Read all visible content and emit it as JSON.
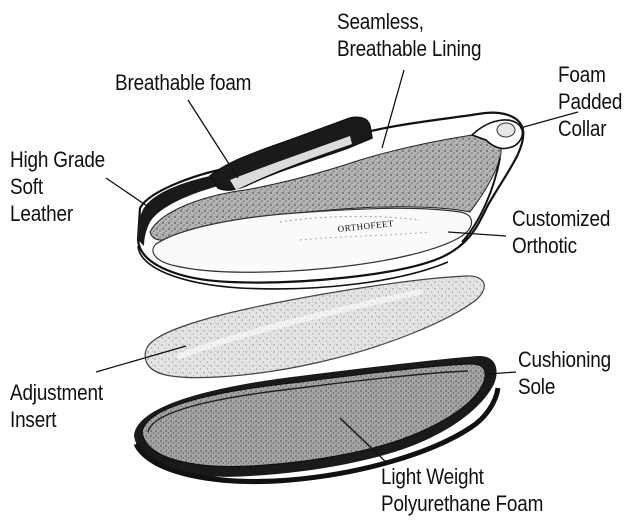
{
  "diagram": {
    "labels": {
      "breathable_foam": [
        "Breathable foam"
      ],
      "seamless_lining": [
        "Seamless,",
        "Breathable Lining"
      ],
      "foam_collar": [
        "Foam",
        "Padded",
        "Collar"
      ],
      "soft_leather": [
        "High Grade",
        "Soft",
        "Leather"
      ],
      "customized_orthotic": [
        "Customized",
        "Orthotic"
      ],
      "adjustment_insert": [
        "Adjustment",
        "Insert"
      ],
      "cushioning_sole": [
        "Cushioning",
        "Sole"
      ],
      "polyurethane_foam": [
        "Light Weight",
        "Polyurethane Foam"
      ]
    },
    "brand_mark": "ORTHOFEET",
    "colors": {
      "ink": "#111111",
      "shoe_dark": "#1a1a1a",
      "lining_grey": "#8a8a8a",
      "paper": "#ffffff"
    }
  }
}
